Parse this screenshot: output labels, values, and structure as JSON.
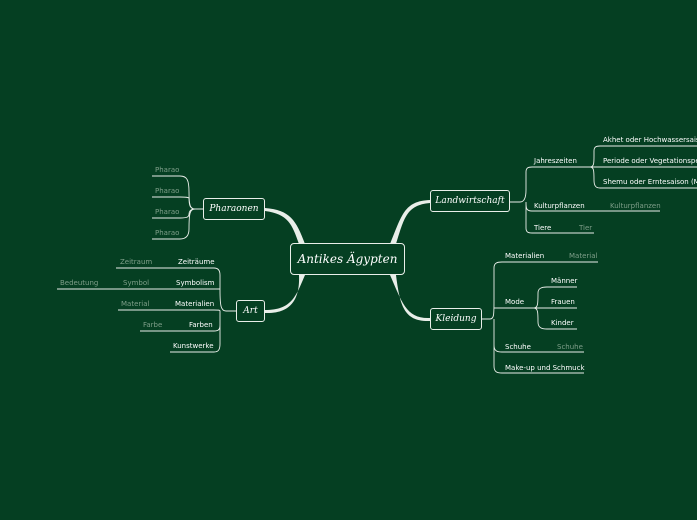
{
  "center": {
    "label": "Antikes Ägypten"
  },
  "branches": {
    "landwirtschaft": {
      "label": "Landwirtschaft",
      "jahreszeiten": {
        "label": "Jahreszeiten",
        "items": [
          "Akhet oder Hochwassersaison",
          "Periode oder Vegetationsperi",
          "Shemu oder Erntesaison (Mä"
        ]
      },
      "kulturpflanzen": {
        "label": "Kulturpflanzen",
        "note": "Kulturpflanzen"
      },
      "tiere": {
        "label": "Tiere",
        "note": "Tier"
      }
    },
    "kleidung": {
      "label": "Kleidung",
      "materialien": {
        "label": "Materialien",
        "note": "Material"
      },
      "mode": {
        "label": "Mode",
        "items": [
          "Männer",
          "Frauen",
          "Kinder"
        ]
      },
      "schuhe": {
        "label": "Schuhe",
        "note": "Schuhe"
      },
      "makeup": {
        "label": "Make-up und Schmuck"
      }
    },
    "pharaonen": {
      "label": "Pharaonen",
      "items": [
        "Pharao",
        "Pharao",
        "Pharao",
        "Pharao"
      ]
    },
    "art": {
      "label": "Art",
      "zeitraeume": {
        "label": "Zeiträume",
        "note": "Zeitraum"
      },
      "symbolism": {
        "label": "Symbolism",
        "note": "Symbol",
        "sub": "Bedeutung"
      },
      "materialien": {
        "label": "Materialien",
        "note": "Material"
      },
      "farben": {
        "label": "Farben",
        "note": "Farbe"
      },
      "kunstwerke": {
        "label": "Kunstwerke"
      }
    }
  },
  "colors": {
    "background": "#053f22",
    "line": "#e9eee9",
    "muted": "#7e9e89",
    "text": "#ffffff"
  }
}
